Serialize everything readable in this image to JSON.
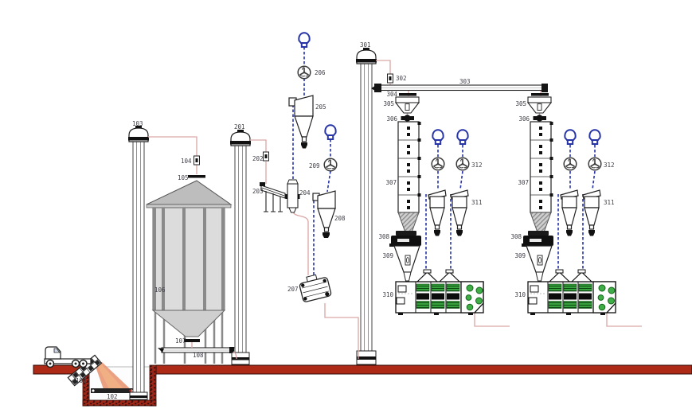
{
  "labels": {
    "101": "101",
    "102": "102",
    "103": "103",
    "104": "104",
    "105": "105",
    "106": "106",
    "107": "107",
    "108": "108",
    "201": "201",
    "202": "202",
    "203": "203",
    "204": "204",
    "205": "205",
    "206": "206",
    "207": "207",
    "208": "208",
    "209": "209",
    "301": "301",
    "302": "302",
    "303": "303",
    "304": "304",
    "305": "305",
    "306": "306",
    "307": "307",
    "308": "308",
    "309": "309",
    "310": "310",
    "311": "311",
    "312": "312"
  },
  "colors": {
    "ground": "#ad2a16",
    "pit_brick": "#9c2718",
    "grain": "#e8906b",
    "material_line": "#dca6a6",
    "air_duct": "#2634a8",
    "dryer_green": "#37a23e",
    "equipment_green": "#3fae46",
    "silo_body": "#dcdcdc",
    "silo_roof": "#bdbdbd"
  }
}
